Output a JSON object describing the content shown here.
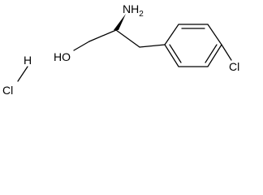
{
  "structure": {
    "labels": {
      "amine": "NH",
      "amine_subscript": "2",
      "hydroxyl": "HO",
      "chloro": "Cl",
      "salt_h": "H",
      "salt_cl": "Cl"
    },
    "colors": {
      "ink": "#000000",
      "background": "#ffffff"
    }
  }
}
